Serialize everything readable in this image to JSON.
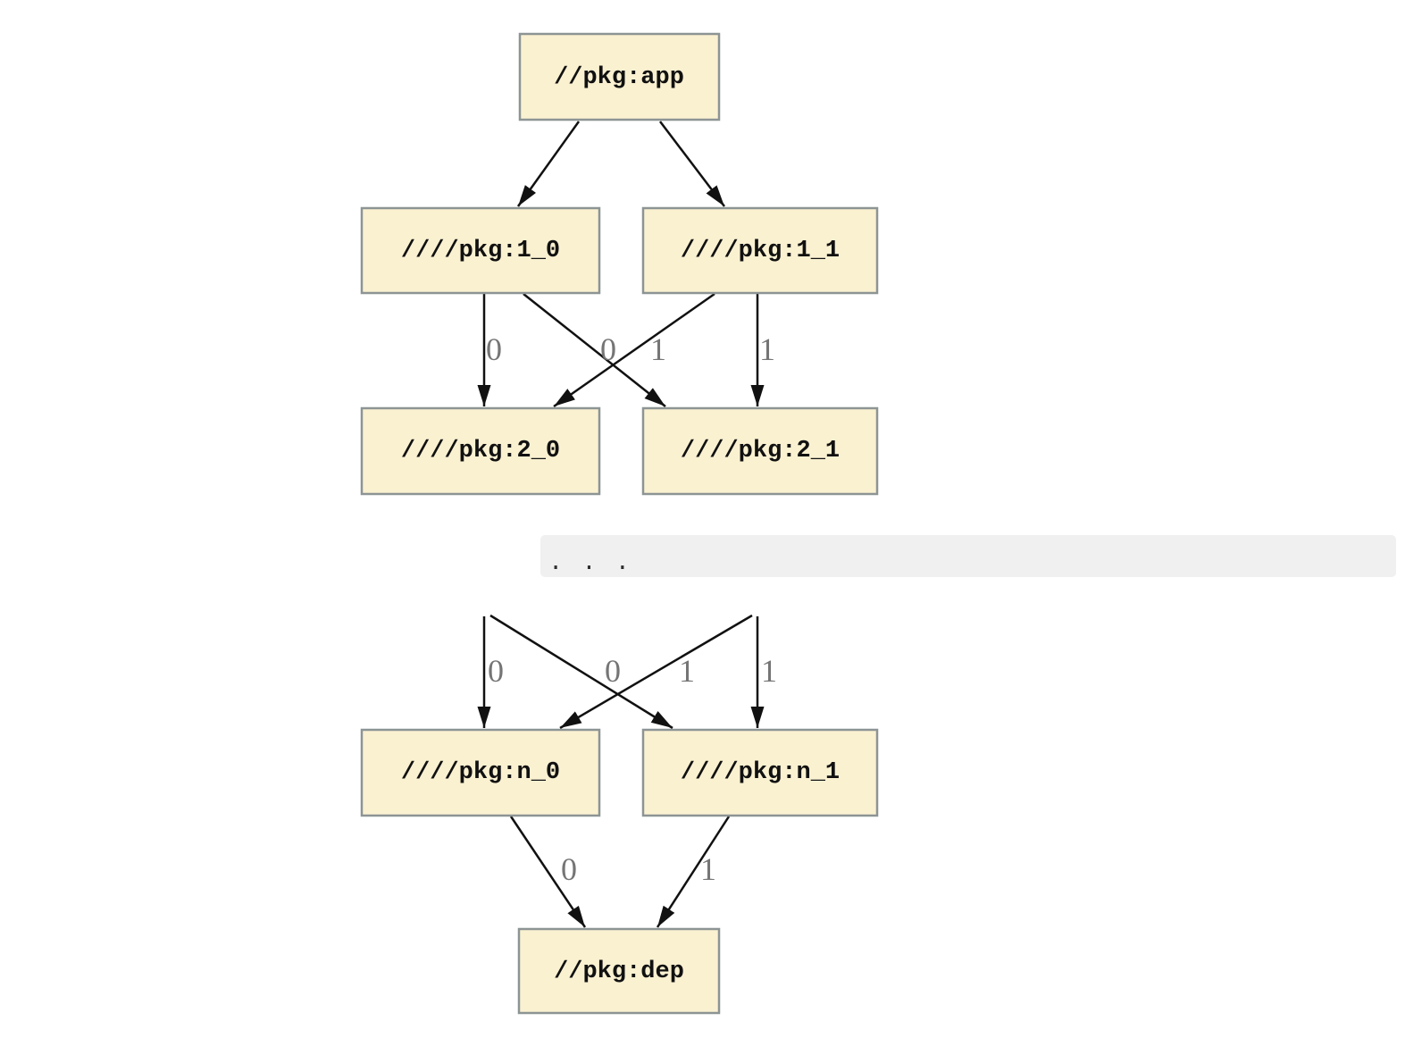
{
  "colors": {
    "background": "#ffffff",
    "node_fill": "#faf1d1",
    "node_border": "#8d9494",
    "node_text": "#111111",
    "edge": "#111111",
    "edge_label": "#757575",
    "ellipsis_bg": "#f0f0f0",
    "ellipsis_text": "#2e2e2e"
  },
  "nodes": {
    "app": {
      "label": "//pkg:app"
    },
    "pkg1_0": {
      "label": "////pkg:1_0"
    },
    "pkg1_1": {
      "label": "////pkg:1_1"
    },
    "pkg2_0": {
      "label": "////pkg:2_0"
    },
    "pkg2_1": {
      "label": "////pkg:2_1"
    },
    "pkgn_0": {
      "label": "////pkg:n_0"
    },
    "pkgn_1": {
      "label": "////pkg:n_1"
    },
    "dep": {
      "label": "//pkg:dep"
    }
  },
  "ellipsis": {
    "label": ". . ."
  },
  "edges": [
    {
      "from": "//pkg:app",
      "to": "////pkg:1_0",
      "label": ""
    },
    {
      "from": "//pkg:app",
      "to": "////pkg:1_1",
      "label": ""
    },
    {
      "from": "////pkg:1_0",
      "to": "////pkg:2_0",
      "label": "0"
    },
    {
      "from": "////pkg:1_0",
      "to": "////pkg:2_1",
      "label": "1"
    },
    {
      "from": "////pkg:1_1",
      "to": "////pkg:2_0",
      "label": "0"
    },
    {
      "from": "////pkg:1_1",
      "to": "////pkg:2_1",
      "label": "1"
    },
    {
      "from": "…",
      "to": "////pkg:n_0",
      "label": "0"
    },
    {
      "from": "…",
      "to": "////pkg:n_1",
      "label": "1"
    },
    {
      "from": "…",
      "to": "////pkg:n_0",
      "label": "0"
    },
    {
      "from": "…",
      "to": "////pkg:n_1",
      "label": "1"
    },
    {
      "from": "////pkg:n_0",
      "to": "//pkg:dep",
      "label": "0"
    },
    {
      "from": "////pkg:n_1",
      "to": "//pkg:dep",
      "label": "1"
    }
  ]
}
